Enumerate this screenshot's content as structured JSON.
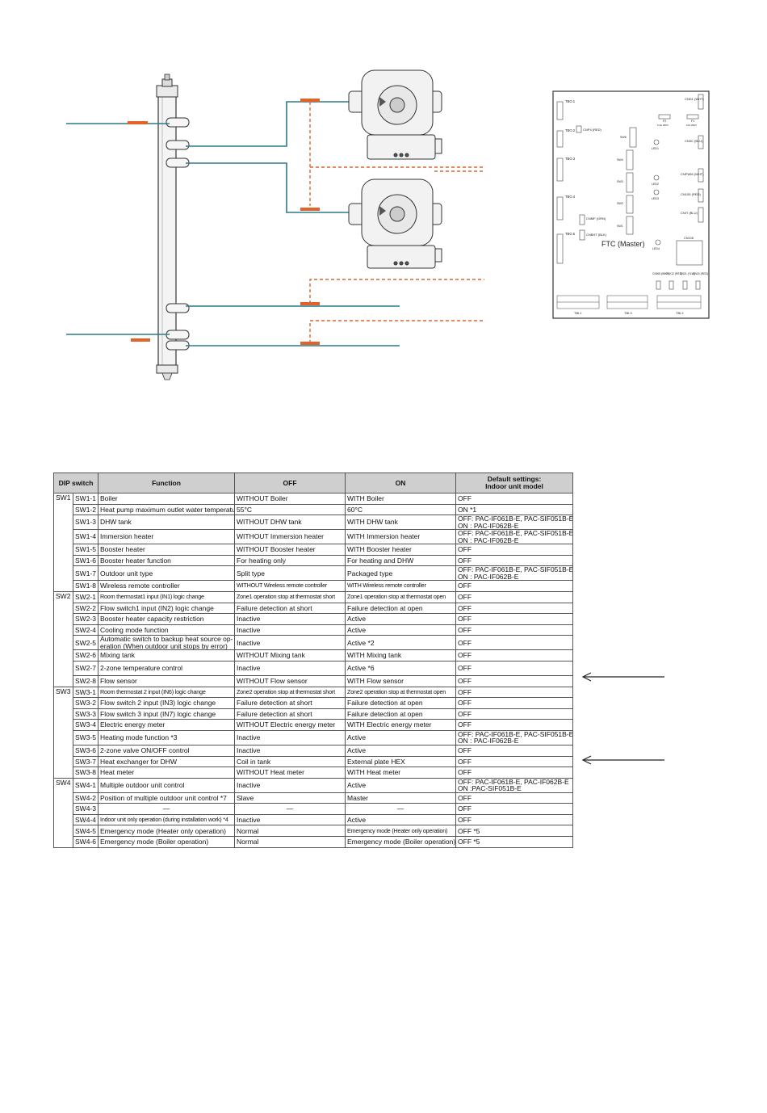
{
  "diagram": {
    "board_title": "FTC (Master)",
    "board_labels": {
      "tbo1": "TBO.1",
      "tbo2": "TBO.2",
      "tbo3": "TBO.3",
      "tbo4": "TBO.4",
      "tbo5": "TBO.5",
      "cnp4": "CNP4 (RED)",
      "cnd1": "CND1 (WHT)",
      "cn3c": "CN3C (BLU)",
      "cnpwm": "CNPWM (WHT)",
      "cn105": "CN105 (RED)",
      "cnit": "CNIT (BLU)",
      "cnmf": "CNMF (GRN)",
      "cnbht": "CNBHT (BLK)",
      "cn108": "CN108",
      "sw6": "SW6",
      "sw4": "SW4",
      "sw3": "SW3",
      "sw2": "SW2",
      "sw1": "SW1",
      "led1": "LED1",
      "led2": "LED2",
      "led3": "LED3",
      "led4": "LED4",
      "f2": "F2",
      "f1": "F1",
      "f2_rating": "6.3A 250V",
      "f1_rating": "10A 250V",
      "cnw5": "CNW5 (WHT)",
      "cnv12": "CNV12 (RED)",
      "cn21": "CN21 (YLW)",
      "cn20": "CN20 (RED)",
      "tb1_1": "TBI.1",
      "tb1_3": "TBI.3",
      "tb1_2": "TBI.2"
    }
  },
  "table": {
    "headers": {
      "dip_switch": "DIP switch",
      "function": "Function",
      "off": "OFF",
      "on": "ON",
      "default_line1": "Default settings:",
      "default_line2": "Indoor unit model"
    },
    "groups": [
      {
        "name": "SW1",
        "rows": [
          {
            "id": "SW1-1",
            "function": "Boiler",
            "off": "WITHOUT Boiler",
            "on": "WITH Boiler",
            "default": "OFF"
          },
          {
            "id": "SW1-2",
            "function": "Heat pump maximum outlet water temperature",
            "off": "55°C",
            "on": "60°C",
            "default": "ON *1"
          },
          {
            "id": "SW1-3",
            "function": "DHW tank",
            "off": "WITHOUT DHW tank",
            "on": "WITH DHW tank",
            "default": "OFF: PAC-IF061B-E, PAC-SIF051B-E",
            "default2": "ON : PAC-IF062B-E"
          },
          {
            "id": "SW1-4",
            "function": "Immersion heater",
            "off": "WITHOUT Immersion heater",
            "on": "WITH Immersion heater",
            "default": "OFF: PAC-IF061B-E, PAC-SIF051B-E",
            "default2": "ON : PAC-IF062B-E"
          },
          {
            "id": "SW1-5",
            "function": "Booster heater",
            "off": "WITHOUT Booster heater",
            "on": "WITH Booster heater",
            "default": "OFF"
          },
          {
            "id": "SW1-6",
            "function": "Booster heater function",
            "off": "For heating only",
            "on": "For heating and DHW",
            "default": "OFF"
          },
          {
            "id": "SW1-7",
            "function": "Outdoor unit type",
            "off": "Split type",
            "on": "Packaged type",
            "default": "OFF: PAC-IF061B-E, PAC-SIF051B-E",
            "default2": "ON : PAC-IF062B-E"
          },
          {
            "id": "SW1-8",
            "function": "Wireless remote controller",
            "off": "WITHOUT Wireless remote controller",
            "on": "WITH Wireless remote controller",
            "default": "OFF"
          }
        ]
      },
      {
        "name": "SW2",
        "rows": [
          {
            "id": "SW2-1",
            "function": "Room thermostat1 input (IN1) logic change",
            "off": "Zone1 operation stop at thermostat short",
            "on": "Zone1 operation stop at thermostat open",
            "default": "OFF"
          },
          {
            "id": "SW2-2",
            "function": "Flow switch1 input (IN2) logic change",
            "off": "Failure detection at short",
            "on": "Failure detection at open",
            "default": "OFF"
          },
          {
            "id": "SW2-3",
            "function": "Booster heater capacity restriction",
            "off": "Inactive",
            "on": "Active",
            "default": "OFF"
          },
          {
            "id": "SW2-4",
            "function": "Cooling mode function",
            "off": "Inactive",
            "on": "Active",
            "default": "OFF"
          },
          {
            "id": "SW2-5",
            "function": "Automatic switch to backup heat source op-",
            "function2": "eration (When outdoor unit stops by error)",
            "off": "Inactive",
            "on": "Active *2",
            "default": "OFF"
          },
          {
            "id": "SW2-6",
            "function": "Mixing tank",
            "off": "WITHOUT Mixing tank",
            "on": "WITH Mixing tank",
            "default": "OFF"
          },
          {
            "id": "SW2-7",
            "function": "2-zone temperature control",
            "off": "Inactive",
            "on": "Active *6",
            "default": "OFF"
          },
          {
            "id": "SW2-8",
            "function": "Flow sensor",
            "off": "WITHOUT Flow sensor",
            "on": "WITH Flow sensor",
            "default": "OFF"
          }
        ]
      },
      {
        "name": "SW3",
        "rows": [
          {
            "id": "SW3-1",
            "function": "Room thermostat 2 input (IN6) logic change",
            "off": "Zone2 operation stop at thermostat short",
            "on": "Zone2 operation stop at thermostat open",
            "default": "OFF"
          },
          {
            "id": "SW3-2",
            "function": "Flow switch 2 input (IN3) logic change",
            "off": "Failure detection at short",
            "on": "Failure detection at open",
            "default": "OFF"
          },
          {
            "id": "SW3-3",
            "function": "Flow switch 3 input (IN7) logic change",
            "off": "Failure detection at short",
            "on": "Failure detection at open",
            "default": "OFF"
          },
          {
            "id": "SW3-4",
            "function": "Electric energy meter",
            "off": "WITHOUT Electric energy meter",
            "on": "WITH Electric energy meter",
            "default": "OFF"
          },
          {
            "id": "SW3-5",
            "function": "Heating mode function  *3",
            "off": "Inactive",
            "on": "Active",
            "default": "OFF: PAC-IF061B-E, PAC-SIF051B-E",
            "default2": "ON : PAC-IF062B-E"
          },
          {
            "id": "SW3-6",
            "function": "2-zone valve ON/OFF control",
            "off": "Inactive",
            "on": "Active",
            "default": "OFF"
          },
          {
            "id": "SW3-7",
            "function": "Heat exchanger for DHW",
            "off": "Coil in tank",
            "on": "External plate HEX",
            "default": "OFF"
          },
          {
            "id": "SW3-8",
            "function": "Heat meter",
            "off": "WITHOUT Heat meter",
            "on": "WITH Heat meter",
            "default": "OFF"
          }
        ]
      },
      {
        "name": "SW4",
        "rows": [
          {
            "id": "SW4-1",
            "function": "Multiple outdoor unit control",
            "off": "Inactive",
            "on": "Active",
            "default": "OFF: PAC-IF061B-E, PAC-IF062B-E",
            "default2": "ON :PAC-SIF051B-E"
          },
          {
            "id": "SW4-2",
            "function": "Position of multiple outdoor unit control *7",
            "off": "Slave",
            "on": "Master",
            "default": "OFF"
          },
          {
            "id": "SW4-3",
            "function": "—",
            "off": "—",
            "on": "—",
            "default": "OFF"
          },
          {
            "id": "SW4-4",
            "function": "Indoor unit only operation (during installation work) *4",
            "off": "Inactive",
            "on": "Active",
            "default": "OFF"
          },
          {
            "id": "SW4-5",
            "function": "Emergency mode (Heater only operation)",
            "off": "Normal",
            "on": "Emergency mode (Heater only operation)",
            "default": "OFF *5"
          },
          {
            "id": "SW4-6",
            "function": "Emergency mode (Boiler operation)",
            "off": "Normal",
            "on": "Emergency mode (Boiler operation)",
            "default": "OFF *5"
          }
        ]
      }
    ]
  },
  "colors": {
    "pipe": "#2b7a8a",
    "accent": "#e0642a",
    "header_bg": "#cfcfcf",
    "line": "#333333"
  }
}
